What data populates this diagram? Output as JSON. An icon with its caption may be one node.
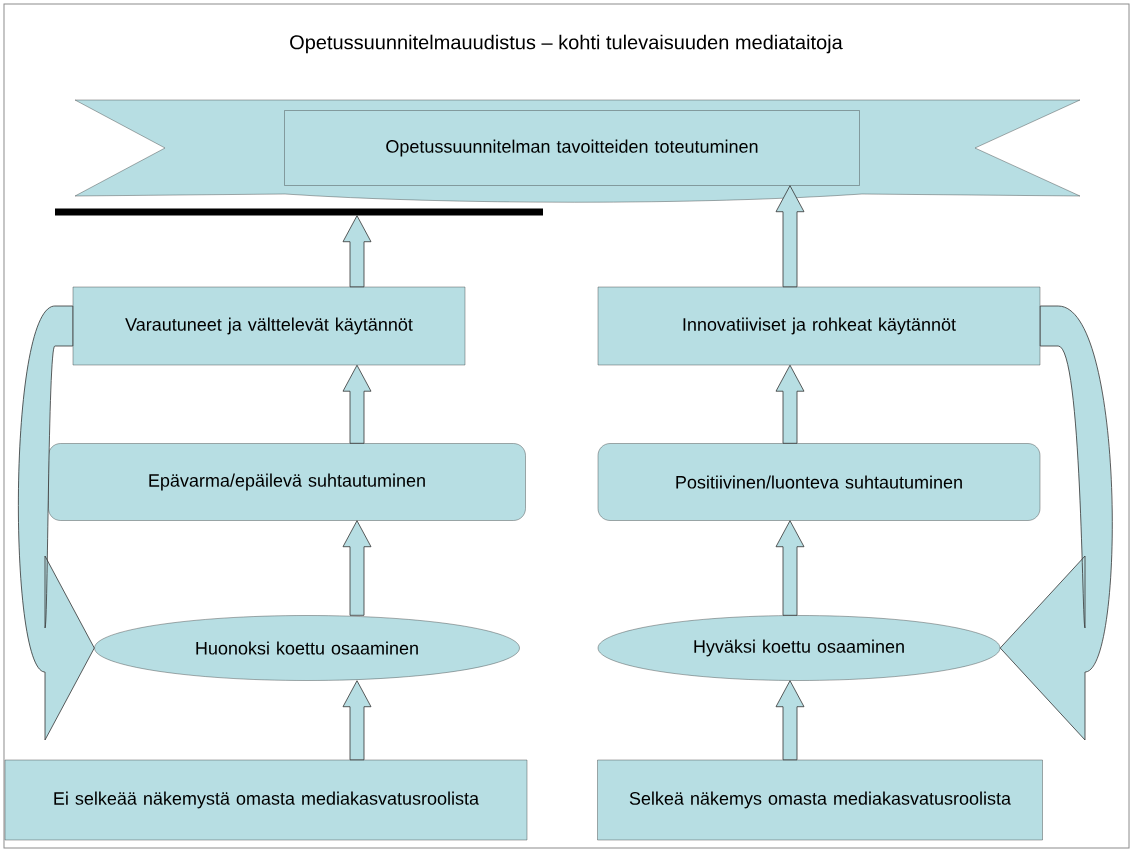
{
  "diagram": {
    "title": "Opetussuunnitelmauudistus – kohti tulevaisuuden mediataitoja",
    "nodes": [
      {
        "text": [
          "Opetussuunnitelman tavoitteiden toteutuminen"
        ]
      },
      {
        "text": [
          "Varautuneet ja välttelevät käytännöt"
        ]
      },
      {
        "text": [
          "Innovatiiviset ja rohkeat käytännöt"
        ]
      },
      {
        "text": [
          "Epävarma/epäilevä suhtautuminen"
        ]
      },
      {
        "text": [
          "Positiivinen/luonteva suhtautuminen"
        ]
      },
      {
        "text": [
          "Huonoksi koettu osaaminen"
        ]
      },
      {
        "text": [
          "Hyväksi koettu osaaminen"
        ]
      },
      {
        "text": [
          "Ei selkeää näkemystä omasta mediakasvatusroolista"
        ]
      },
      {
        "text": [
          "Selkeä näkemys omasta mediakasvatusroolista"
        ]
      },
      {
        "text": [],
        "shape": "bar"
      }
    ],
    "edges": [
      {
        "from": 7,
        "to": 5,
        "arrow": "to"
      },
      {
        "from": 5,
        "to": 3,
        "arrow": "to"
      },
      {
        "from": 3,
        "to": 1,
        "arrow": "to"
      },
      {
        "from": 1,
        "to": 9,
        "arrow": "to"
      },
      {
        "from": 8,
        "to": 6,
        "arrow": "to"
      },
      {
        "from": 6,
        "to": 4,
        "arrow": "to"
      },
      {
        "from": 4,
        "to": 2,
        "arrow": "to"
      },
      {
        "from": 2,
        "to": 0,
        "arrow": "to"
      },
      {
        "from": 1,
        "to": 5,
        "arrow": "to"
      },
      {
        "from": 2,
        "to": 6,
        "arrow": "to"
      }
    ]
  }
}
